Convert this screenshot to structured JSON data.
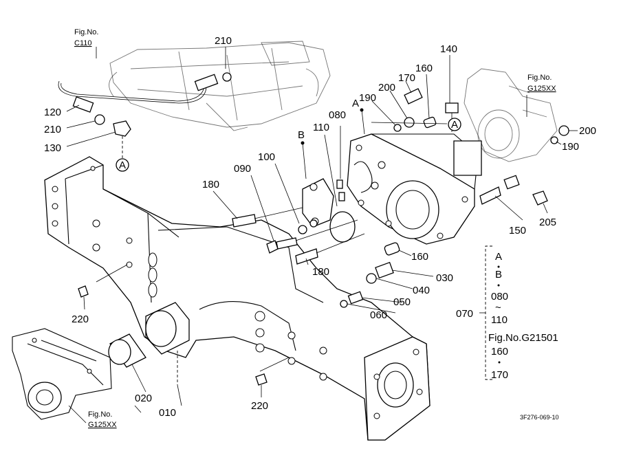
{
  "figure_refs": {
    "top_left": {
      "prefix": "Fig.No.",
      "code": "C110"
    },
    "top_right": {
      "prefix": "Fig.No.",
      "code": "G125XX"
    },
    "bottom_left": {
      "prefix": "Fig.No.",
      "code": "G125XX"
    }
  },
  "callouts": {
    "p010": "010",
    "p020": "020",
    "p030": "030",
    "p040": "040",
    "p050": "050",
    "p060": "060",
    "p070": "070",
    "p080a": "080",
    "p090": "090",
    "p100": "100",
    "p110a": "110",
    "p120": "120",
    "p130": "130",
    "p140": "140",
    "p150": "150",
    "p160a": "160",
    "p160b": "160",
    "p170a": "170",
    "p180a": "180",
    "p180b": "180",
    "p190a": "190",
    "p190b": "190",
    "p200a": "200",
    "p200b": "200",
    "p205": "205",
    "p210a": "210",
    "p210b": "210",
    "p220a": "220",
    "p220b": "220",
    "refA1": "A",
    "refA2": "A",
    "refA3": "A",
    "refB": "B"
  },
  "legend": {
    "a": "A",
    "b": "B",
    "c080": "080",
    "c110": "110",
    "fig": "Fig.No.G21501",
    "c160": "160",
    "c170": "170",
    "tilde": "~"
  },
  "drawing_code": "3F276-069-10"
}
